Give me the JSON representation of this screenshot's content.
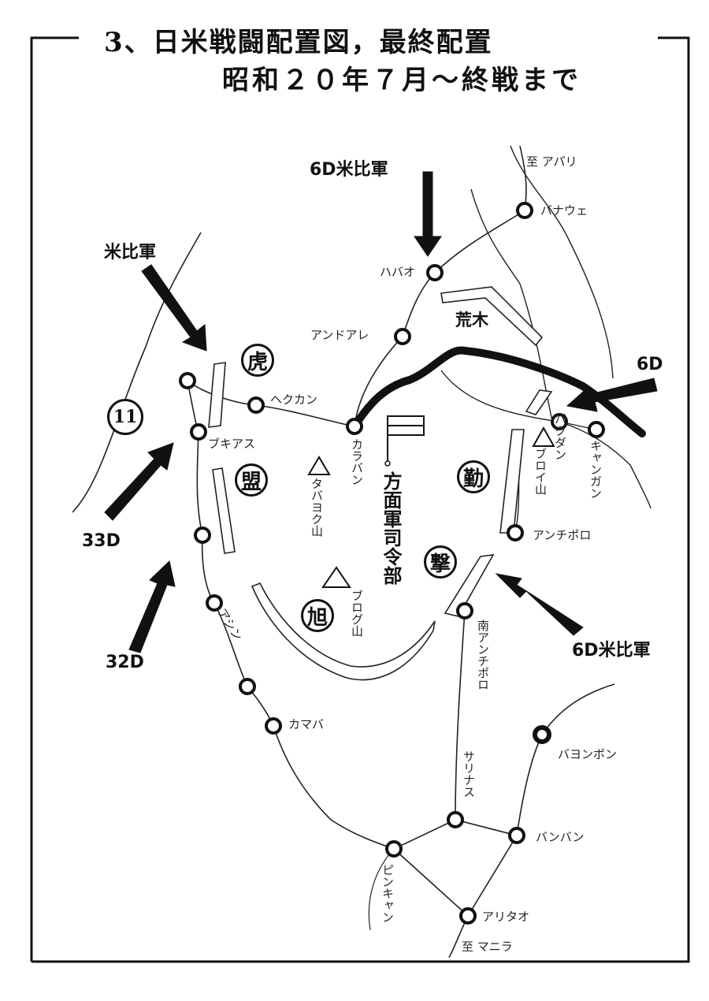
{
  "title": {
    "line1": "3、日米戦闘配置図，最終配置",
    "line2": "昭和２０年７月～終戦まで"
  },
  "forces": {
    "us_6d_north": "6D米比軍",
    "us_west": "米比軍",
    "d6_east": "6D",
    "d33": "33D",
    "d32": "32D",
    "us_6d_south": "6D米比軍"
  },
  "units": {
    "tora": "虎",
    "mei": "盟",
    "kin": "勤",
    "geki": "撃",
    "asahi": "旭",
    "div11": "11",
    "araki": "荒木"
  },
  "hq": "方面軍司令部",
  "mountains": {
    "tabaiyoku": "タバヨク山",
    "buroi": "ブロイ山",
    "burogu": "ブログ山"
  },
  "places": {
    "to_aparri": "至 アパリ",
    "banaue": "バナウェ",
    "habao": "ハバオ",
    "andoare": "アンドアレ",
    "hekuan": "ヘクカン",
    "bukias": "ブキアス",
    "karaban": "カラバン",
    "bakudan": "バクダン",
    "kiangan": "キャンガン",
    "antipolo": "アンチポロ",
    "minami_antipolo": "南アンチポロ",
    "asin": "アシン",
    "kamaba": "カマバ",
    "bayombong": "バヨンボン",
    "salinas": "サリナス",
    "bambang": "バンバン",
    "pinkian": "ピンキャン",
    "aritao": "アリタオ",
    "to_manila": "至 マニラ"
  }
}
